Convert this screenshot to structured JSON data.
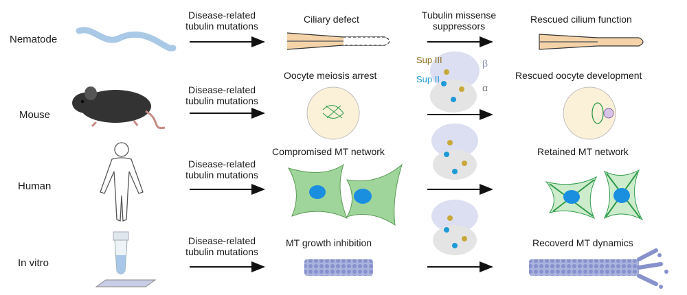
{
  "rows": [
    {
      "organism": "Nematode",
      "mutation_line1": "Disease-related",
      "mutation_line2": "tubulin mutations",
      "defect": "Ciliary defect",
      "rescue": "Rescued cilium function"
    },
    {
      "organism": "Mouse",
      "mutation_line1": "Disease-related",
      "mutation_line2": "tubulin mutations",
      "defect": "Oocyte meiosis arrest",
      "rescue": "Rescued oocyte development"
    },
    {
      "organism": "Human",
      "mutation_line1": "Disease-related",
      "mutation_line2": "tubulin mutations",
      "defect": "Compromised MT network",
      "rescue": "Retained MT network"
    },
    {
      "organism": "In vitro",
      "mutation_line1": "Disease-related",
      "mutation_line2": "tubulin mutations",
      "defect": "MT growth inhibition",
      "rescue": "Recoverd MT dynamics"
    }
  ],
  "suppressor_header_line1": "Tubulin missense",
  "suppressor_header_line2": "suppressors",
  "structure_labels": {
    "sup3": "Sup III",
    "sup2": "Sup II",
    "beta": "β",
    "alpha": "α"
  },
  "colors": {
    "sup3": "#8a6d1e",
    "sup2": "#1e9ad6",
    "beta": "#8b8fb8",
    "alpha": "#777777",
    "cell": "#9fd49a",
    "nucleus": "#1a8fe0",
    "mt": "#2e9a4a"
  }
}
